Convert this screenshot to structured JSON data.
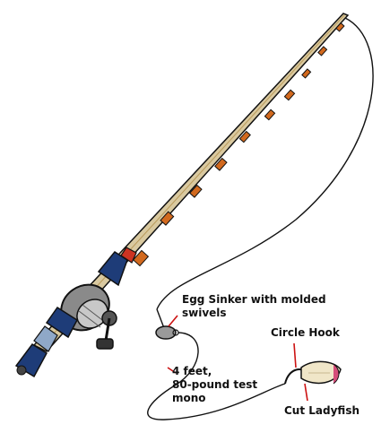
{
  "labels": {
    "egg_sinker": {
      "line1": "Egg Sinker with molded",
      "line2": "swivels"
    },
    "circle_hook": "Circle Hook",
    "leader": {
      "line1": "4 feet,",
      "line2": "80-pound test",
      "line3": "mono"
    },
    "cut_bait": "Cut Ladyfish"
  },
  "colors": {
    "outline": "#111111",
    "rod_blank": "#d9c9a0",
    "rod_wrap": "#d2691e",
    "grip": "#1e3c78",
    "reel_body": "#8a8a8a",
    "reel_spool": "#c8c8c8",
    "pointer": "#cc1111",
    "bait_body": "#f0e6c8",
    "bait_accent": "#d64d7a"
  }
}
